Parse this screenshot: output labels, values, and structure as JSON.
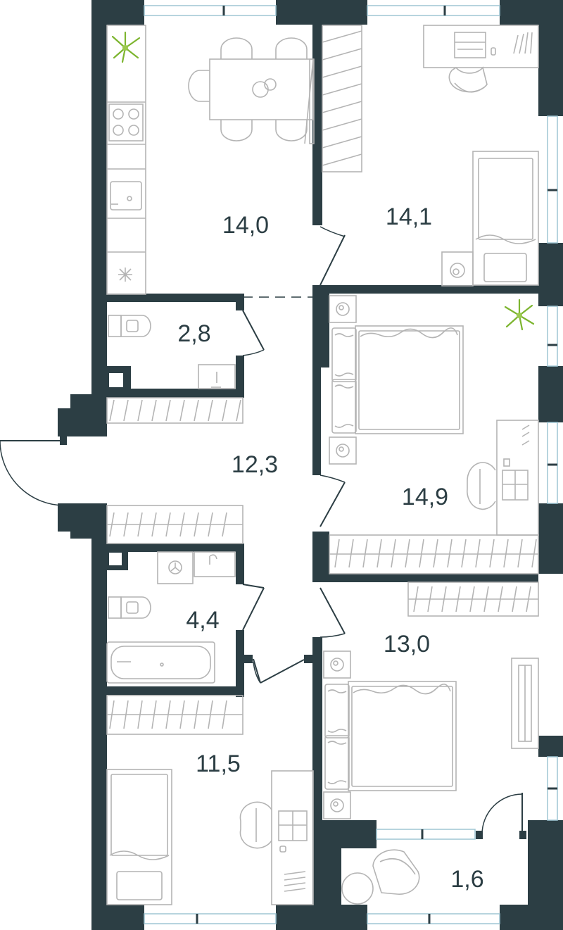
{
  "rooms": {
    "kitchen_dining": {
      "area": "14,0"
    },
    "bedroom_top_right": {
      "area": "14,1"
    },
    "wc": {
      "area": "2,8"
    },
    "hallway": {
      "area": "12,3"
    },
    "bedroom_middle_right": {
      "area": "14,9"
    },
    "bathroom": {
      "area": "4,4"
    },
    "bedroom_lower_right": {
      "area": "13,0"
    },
    "bedroom_bottom_left": {
      "area": "11,5"
    },
    "balcony": {
      "area": "1,6"
    }
  },
  "icons": [
    "plant-icon",
    "stove-icon",
    "sink-icon",
    "toilet-icon",
    "bathtub-icon",
    "washing-machine-icon",
    "bed-icon",
    "chair-icon",
    "desk-icon",
    "wardrobe-icon",
    "door-icon"
  ],
  "colors": {
    "wall": "#2c3e44",
    "window": "#9fc6d4",
    "furniture": "#b4b4b4",
    "plant": "#7db52f"
  }
}
